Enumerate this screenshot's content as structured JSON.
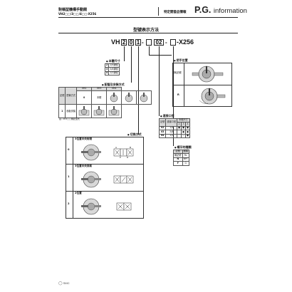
{
  "header": {
    "title_line1": "對稱型機構手動閥",
    "title_line2": "VH2□□/3□□/4□□-X256",
    "mid_label": "特定開發品情報",
    "brand_pg": "P.G.",
    "brand_info": "information"
  },
  "section_title": "型號表示方法",
  "model_code": {
    "prefix": "VH",
    "box1": "2",
    "box2": "0",
    "box3": "1",
    "dash1": "-",
    "box4": "",
    "box5": "02",
    "dash2": "-",
    "box6": "",
    "suffix": "-X256"
  },
  "body_size": {
    "label": "本體尺寸",
    "rows": [
      {
        "code": "2",
        "desc": "1/4通徑"
      },
      {
        "code": "3",
        "desc": "3/8通徑"
      },
      {
        "code": "4",
        "desc": "1/2通徑"
      }
    ]
  },
  "mounting": {
    "label": "配管及安裝方式",
    "headers": [
      "記號",
      "配管方式",
      "VH2",
      "VH3",
      "VH4"
    ],
    "rows": [
      {
        "code": "0",
        "desc": "本體"
      },
      {
        "code": "1",
        "desc": "面板安裝"
      }
    ],
    "note": "註: VH3□□無此型式"
  },
  "handle": {
    "label": "把手位置",
    "rows": [
      {
        "code": "無記號",
        "desc": ""
      },
      {
        "code": "R",
        "desc": ""
      }
    ]
  },
  "port_size": {
    "label": "連接口徑",
    "headers": [
      "記號",
      "連接口徑",
      "本體尺寸",
      "2",
      "3",
      "4"
    ],
    "rows": [
      {
        "code": "02",
        "size": "1/4",
        "v2": "●",
        "v3": "●",
        "v4": "●"
      },
      {
        "code": "03",
        "size": "3/8",
        "v2": "",
        "v3": "●",
        "v4": "●"
      },
      {
        "code": "04",
        "size": "1/2",
        "v2": "",
        "v3": "—",
        "v4": "●"
      }
    ]
  },
  "thread": {
    "label": "螺牙的種類",
    "headers": [
      "記號",
      "種類"
    ],
    "rows": [
      {
        "code": "無記號",
        "type": "Rc"
      },
      {
        "code": "N",
        "type": "NPT"
      },
      {
        "code": "F",
        "type": "G"
      }
    ]
  },
  "switching": {
    "label": "切換方式",
    "items": [
      {
        "code": "0",
        "title": "3位置中央封閉"
      },
      {
        "code": "1",
        "title": "3位置中央排氣"
      },
      {
        "code": "2",
        "title": "2位置"
      }
    ],
    "port_labels": {
      "A": "A",
      "B": "B",
      "P": "P",
      "R": "R"
    }
  },
  "footer": {
    "logo": "SMC"
  }
}
